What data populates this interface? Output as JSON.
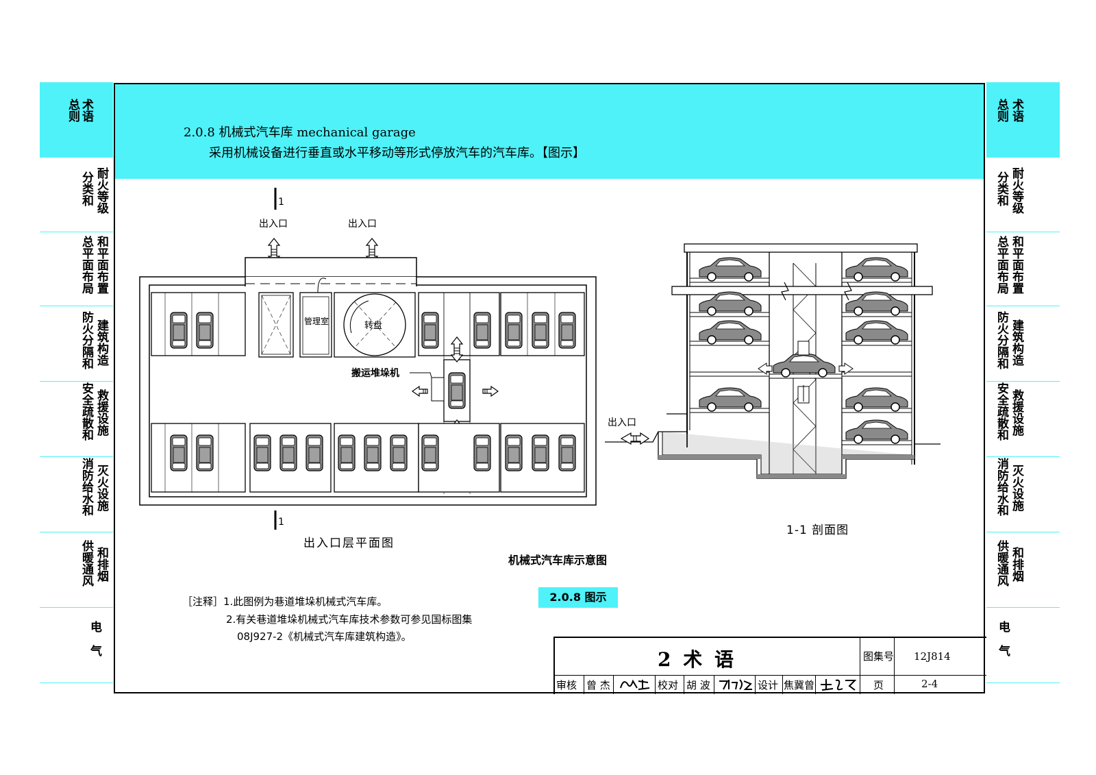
{
  "side_tabs": [
    {
      "col_right": "术语",
      "col_left": "总则"
    },
    {
      "col_right": "耐火等级",
      "col_left": "分类和"
    },
    {
      "col_right": "和平面布置",
      "col_left": "总平面布局"
    },
    {
      "col_right": "建筑构造",
      "col_left": "防火分隔和"
    },
    {
      "col_right": "救援设施",
      "col_left": "安全疏散和"
    },
    {
      "col_right": "灭火设施",
      "col_left": "消防给水和"
    },
    {
      "col_right": "和排烟",
      "col_left": "供暖通风"
    },
    {
      "col_right": "电气",
      "col_left": ""
    }
  ],
  "header": {
    "term_line": "2.0.8  机械式汽车库  mechanical  garage",
    "definition": "采用机械设备进行垂直或水平移动等形式停放汽车的汽车库。【图示】"
  },
  "plan": {
    "section_mark": "1",
    "entrance_left": "出入口",
    "entrance_right": "出入口",
    "management_room": "管理室",
    "turntable": "转盘",
    "stacker": "搬运堆垛机",
    "caption": "出入口层平面图"
  },
  "section": {
    "entrance": "出入口",
    "caption": "1-1  剖面图"
  },
  "figure_title": "机械式汽车库示意图",
  "figure_tag": "2.0.8  图示",
  "notes": {
    "line1": "［注释］1.此图例为巷道堆垛机械式汽车库。",
    "line2": "2.有关巷道堆垛机械式汽车库技术参数可参见国标图集",
    "line3": "08J927-2《机械式汽车库建筑构造》。"
  },
  "title_block": {
    "chapter": "2  术  语",
    "atlas_label": "图集号",
    "atlas_no": "12J814",
    "page_label": "页",
    "page_no": "2-4",
    "review_label": "审核",
    "reviewer": "曾 杰",
    "check_label": "校对",
    "checker": "胡 波",
    "design_label": "设计",
    "designer": "焦冀曾"
  },
  "colors": {
    "accent": "#4ef2f8",
    "car": "#808080"
  }
}
